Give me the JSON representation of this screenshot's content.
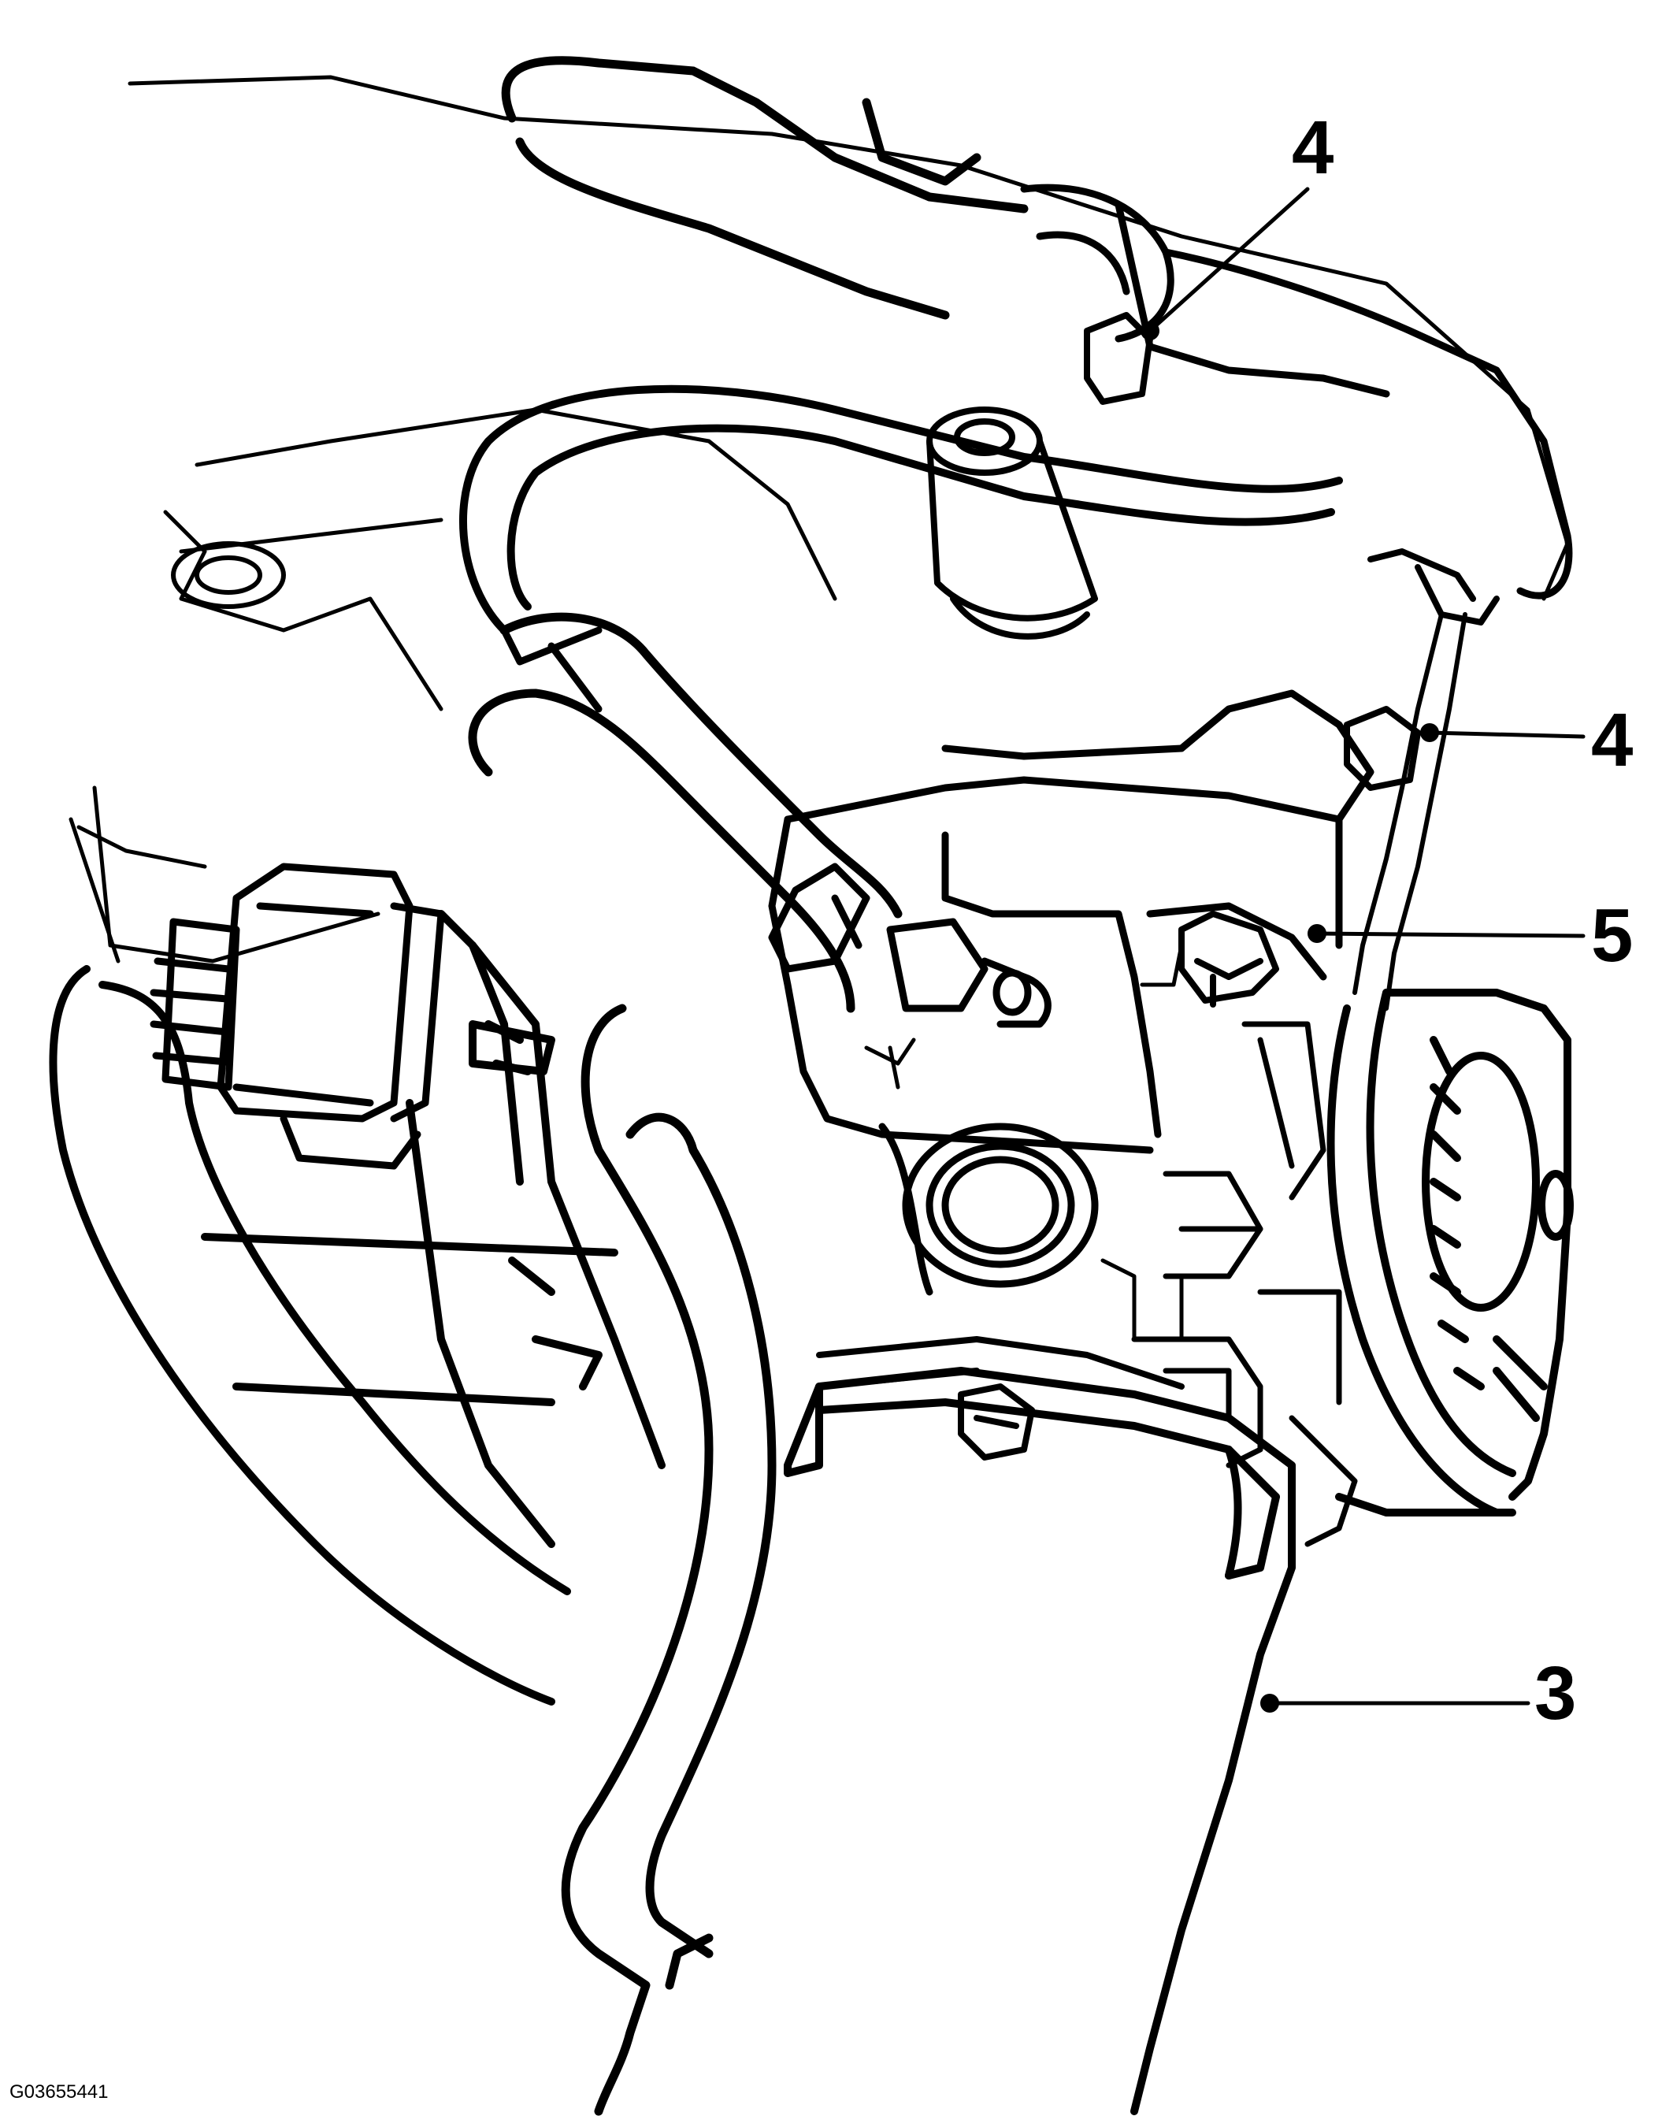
{
  "figure_id": "G03655441",
  "callouts": [
    {
      "id": "c4a",
      "label": "4"
    },
    {
      "id": "c4b",
      "label": "4"
    },
    {
      "id": "c5",
      "label": "5"
    },
    {
      "id": "c3",
      "label": "3"
    }
  ],
  "colors": {
    "ink": "#000000",
    "paper": "#ffffff"
  }
}
